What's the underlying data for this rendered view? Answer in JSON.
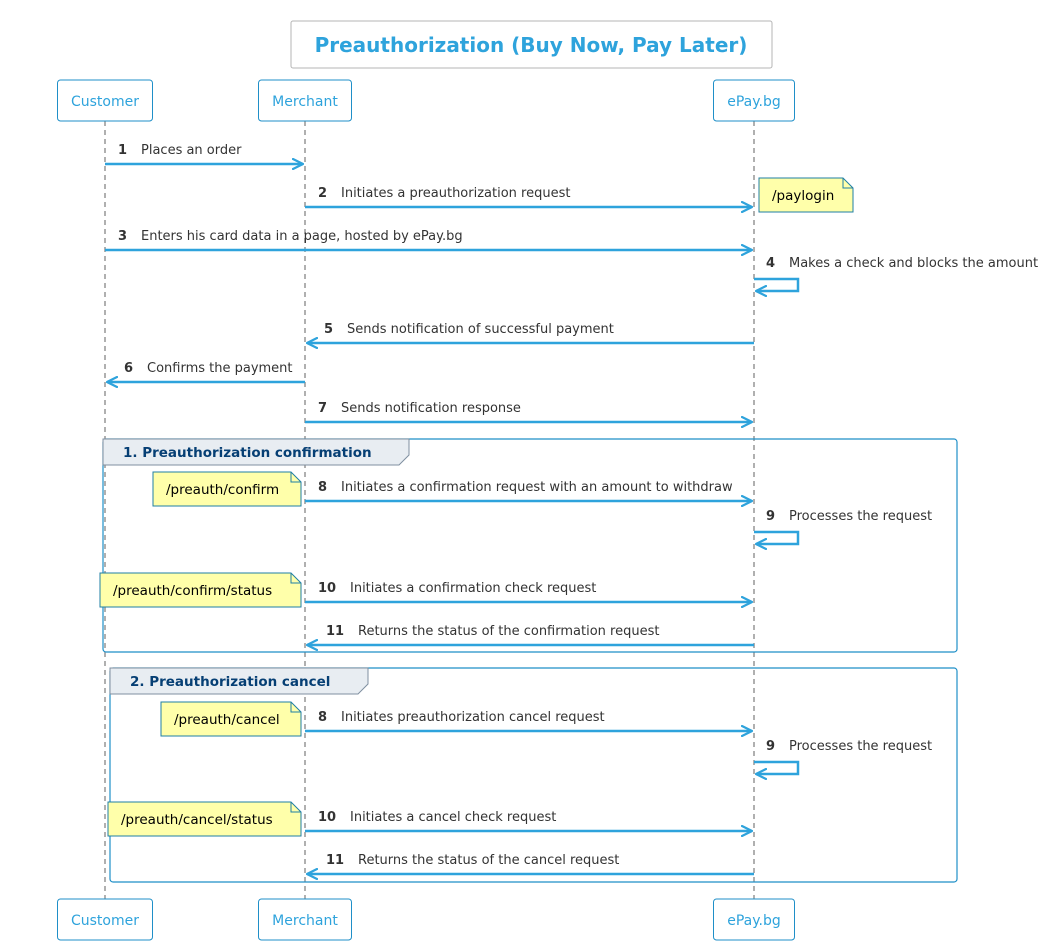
{
  "title": "Preauthorization (Buy Now, Pay Later)",
  "colors": {
    "accent": "#2ea3dc",
    "lifeline": "#b0b0b0",
    "note_fill": "#ffffaa",
    "note_border": "#1f7fa5",
    "group_header_fill": "#e8edf2",
    "group_title": "#063f74",
    "text": "#333333"
  },
  "participants": [
    {
      "id": "customer",
      "label": "Customer"
    },
    {
      "id": "merchant",
      "label": "Merchant"
    },
    {
      "id": "epay",
      "label": "ePay.bg"
    }
  ],
  "messages": [
    {
      "num": "1",
      "from": "customer",
      "to": "merchant",
      "text": "Places an order"
    },
    {
      "num": "2",
      "from": "merchant",
      "to": "epay",
      "text": "Initiates a preauthorization request",
      "note": "/paylogin",
      "note_side": "right"
    },
    {
      "num": "3",
      "from": "customer",
      "to": "epay",
      "text": "Enters his card data in a page, hosted by ePay.bg"
    },
    {
      "num": "4",
      "from": "epay",
      "to": "epay",
      "text": "Makes a check and blocks the amount"
    },
    {
      "num": "5",
      "from": "epay",
      "to": "merchant",
      "text": "Sends notification of successful payment"
    },
    {
      "num": "6",
      "from": "merchant",
      "to": "customer",
      "text": "Confirms the payment"
    },
    {
      "num": "7",
      "from": "merchant",
      "to": "epay",
      "text": "Sends notification response"
    }
  ],
  "groups": [
    {
      "label": "1. Preauthorization confirmation",
      "messages": [
        {
          "num": "8",
          "from": "merchant",
          "to": "epay",
          "text": "Initiates a confirmation request with an amount to withdraw",
          "note": "/preauth/confirm",
          "note_side": "left"
        },
        {
          "num": "9",
          "from": "epay",
          "to": "epay",
          "text": "Processes the request"
        },
        {
          "num": "10",
          "from": "merchant",
          "to": "epay",
          "text": "Initiates a confirmation check request",
          "note": "/preauth/confirm/status",
          "note_side": "left"
        },
        {
          "num": "11",
          "from": "epay",
          "to": "merchant",
          "text": "Returns the status of the confirmation request"
        }
      ]
    },
    {
      "label": "2. Preauthorization cancel",
      "messages": [
        {
          "num": "8",
          "from": "merchant",
          "to": "epay",
          "text": "Initiates preauthorization cancel request",
          "note": "/preauth/cancel",
          "note_side": "left"
        },
        {
          "num": "9",
          "from": "epay",
          "to": "epay",
          "text": "Processes the request"
        },
        {
          "num": "10",
          "from": "merchant",
          "to": "epay",
          "text": "Initiates a cancel check request",
          "note": "/preauth/cancel/status",
          "note_side": "left"
        },
        {
          "num": "11",
          "from": "epay",
          "to": "merchant",
          "text": "Returns the status of the cancel request"
        }
      ]
    }
  ]
}
